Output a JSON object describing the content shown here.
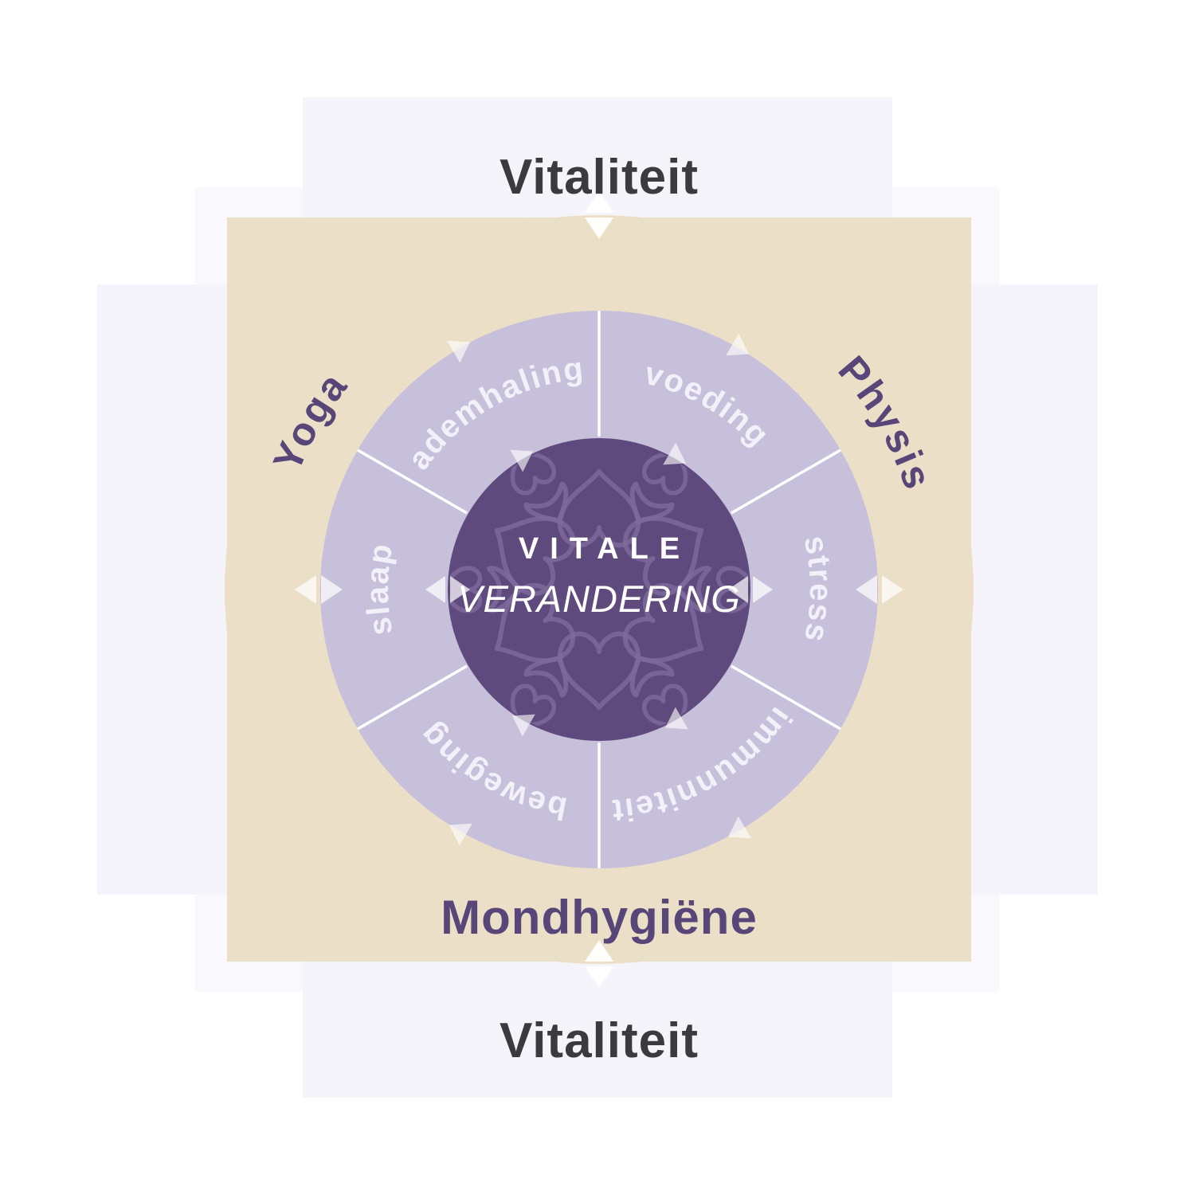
{
  "colors": {
    "background": "#ffffff",
    "tile": "#f4f4fa",
    "tile_faint": "#f9f9fd",
    "outer_ring": "#ebdfc8",
    "middle_ring": "#c7c0db",
    "center_circle": "#5e4a7c",
    "pattern_line": "#7e6a9c",
    "heading": "#3b3a3c",
    "accent_purple": "#574677",
    "label_light": "#f2f0f8",
    "divider": "#ffffff"
  },
  "headings": {
    "top": "Vitaliteit",
    "bottom": "Vitaliteit"
  },
  "outer_labels": {
    "left": "Yoga",
    "right": "Physis",
    "bottom": "Mondhygiëne"
  },
  "segment_labels": [
    "ademhaling",
    "voeding",
    "stress",
    "immunniteit",
    "beweging",
    "slaap"
  ],
  "center_label": {
    "line1": "VITALE",
    "line2": "VERANDERING"
  },
  "icons": {
    "clockwise_arrow": "triangle",
    "axis_marker": "split-diamond",
    "mandala_shapes": [
      "heart-outline",
      "chevron-outline"
    ]
  }
}
